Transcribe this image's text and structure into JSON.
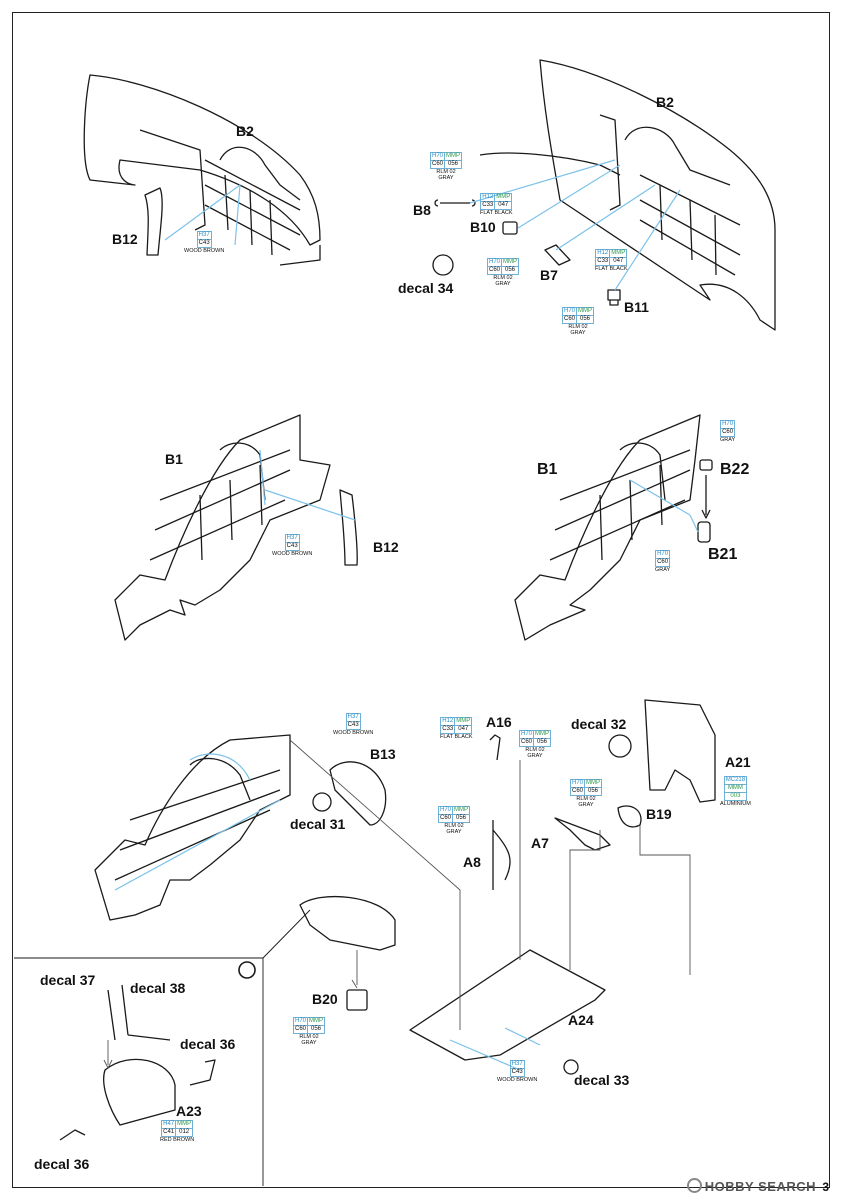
{
  "page_number": "3",
  "watermark": "HOBBY SEARCH",
  "colors": {
    "line": "#1a1a1a",
    "highlight": "#7cc2ea",
    "hobby": "#2a8fc9",
    "mmp": "#2d9a4e"
  },
  "labels": {
    "s1_b2": "B2",
    "s1_b12": "B12",
    "s2_b2": "B2",
    "s2_b8": "B8",
    "s2_b10": "B10",
    "s2_b7": "B7",
    "s2_b11": "B11",
    "s2_decal34": "decal 34",
    "s3_b1": "B1",
    "s3_b12": "B12",
    "s4_b1": "B1",
    "s4_b22": "B22",
    "s4_b21": "B21",
    "s5_b13": "B13",
    "s5_decal31": "decal 31",
    "s5_a16": "A16",
    "s5_a8": "A8",
    "s5_a7": "A7",
    "s5_decal32": "decal 32",
    "s5_b19": "B19",
    "s5_a21": "A21",
    "s5_b20": "B20",
    "s5_a24": "A24",
    "s5_decal33": "decal 33",
    "s6_decal37": "decal 37",
    "s6_decal38": "decal 38",
    "s6_decal36a": "decal 36",
    "s6_a23": "A23",
    "s6_decal36b": "decal 36"
  },
  "paint": {
    "wood1": {
      "h": "H37",
      "c": "C43",
      "name": "WOOD BROWN"
    },
    "b8": {
      "h": "H70",
      "m": "MMP",
      "c": "C60",
      "mn": "056",
      "name": "RLM 02",
      "name2": "GRAY"
    },
    "b10": {
      "h": "H12",
      "m": "MMP",
      "c": "C33",
      "mn": "047",
      "name": "FLAT BLACK"
    },
    "b7": {
      "h": "H70",
      "m": "MMP",
      "c": "C60",
      "mn": "056",
      "name": "RLM 02",
      "name2": "GRAY"
    },
    "fb2": {
      "h": "H12",
      "m": "MMP",
      "c": "C33",
      "mn": "047",
      "name": "FLAT BLACK"
    },
    "b11": {
      "h": "H70",
      "m": "MMP",
      "c": "C60",
      "mn": "056",
      "name": "RLM 02",
      "name2": "GRAY"
    },
    "wood2": {
      "h": "H37",
      "c": "C43",
      "name": "WOOD BROWN"
    },
    "b22": {
      "h": "H70",
      "c": "C60",
      "name": "GRAY"
    },
    "b21": {
      "h": "H70",
      "c": "C60",
      "name": "GRAY"
    },
    "wood3": {
      "h": "H37",
      "c": "C43",
      "name": "WOOD BROWN"
    },
    "a16": {
      "h": "H12",
      "m": "MMP",
      "c": "C33",
      "mn": "047",
      "name": "FLAT BLACK"
    },
    "a16b": {
      "h": "H70",
      "m": "MMP",
      "c": "C60",
      "mn": "056",
      "name": "RLM 02",
      "name2": "GRAY"
    },
    "a8": {
      "h": "H70",
      "m": "MMP",
      "c": "C60",
      "mn": "056",
      "name": "RLM 02",
      "name2": "GRAY"
    },
    "b19": {
      "h": "H70",
      "m": "MMP",
      "c": "C60",
      "mn": "056",
      "name": "RLM 02",
      "name2": "GRAY"
    },
    "a21": {
      "h": "MC218",
      "c": "MMM",
      "mn": "003",
      "name": "ALUMINIUM"
    },
    "b20": {
      "h": "H70",
      "m": "MMP",
      "c": "C60",
      "mn": "056",
      "name": "RLM 02",
      "name2": "GRAY"
    },
    "a24": {
      "h": "H37",
      "c": "C43",
      "name": "WOOD BROWN"
    },
    "a23": {
      "h": "H47",
      "m": "MMP",
      "c": "C41",
      "mn": "012",
      "name": "RED BROWN"
    }
  }
}
